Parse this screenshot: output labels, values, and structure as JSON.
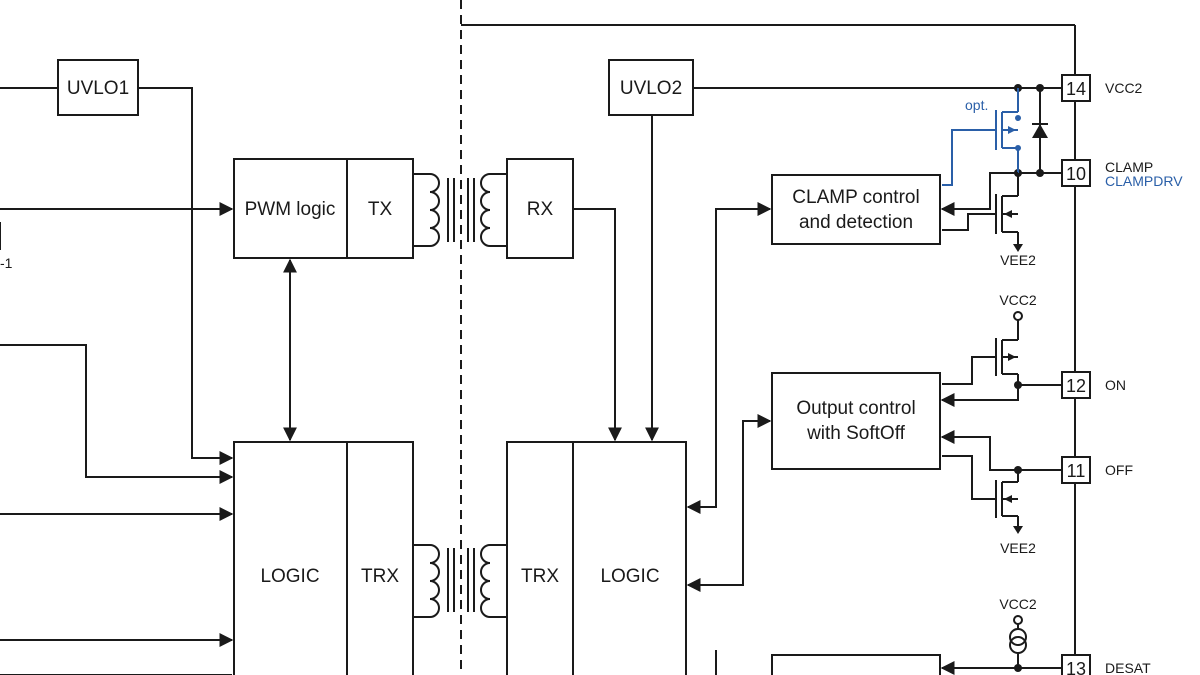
{
  "blocks": {
    "uvlo1": "UVLO1",
    "uvlo2": "UVLO2",
    "pwm_logic": "PWM logic",
    "tx": "TX",
    "rx": "RX",
    "logic_left": "LOGIC",
    "trx_left": "TRX",
    "trx_right": "TRX",
    "logic_right": "LOGIC",
    "clamp_control_line1": "CLAMP control",
    "clamp_control_line2": "and detection",
    "output_control_line1": "Output control",
    "output_control_line2": "with SoftOff"
  },
  "pins": [
    {
      "number": "14",
      "name": "VCC2"
    },
    {
      "number": "10",
      "name": "CLAMP",
      "alt": "CLAMPDRV"
    },
    {
      "number": "12",
      "name": "ON"
    },
    {
      "number": "11",
      "name": "OFF"
    },
    {
      "number": "13",
      "name": "DESAT"
    }
  ],
  "rails": {
    "vee2_clamp": "VEE2",
    "vcc2_on": "VCC2",
    "vee2_off": "VEE2",
    "vcc2_desat": "VCC2"
  },
  "labels": {
    "opt": "opt.",
    "cut_left": "-1"
  },
  "colors": {
    "line": "#1a1a1a",
    "optional_path": "#2a5fa8",
    "background": "#ffffff"
  }
}
